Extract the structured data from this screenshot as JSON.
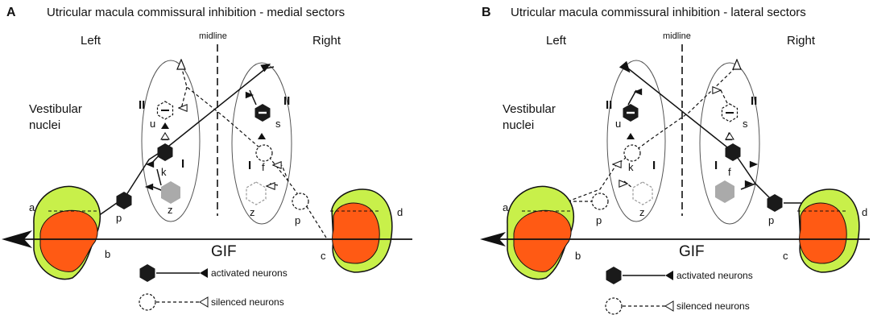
{
  "panels": [
    {
      "letter": "A",
      "title": "Utricular macula  commissural inhibition - medial sectors",
      "left_label": "Left",
      "right_label": "Right",
      "midline_label": "midline",
      "vestibular_label_1": "Vestibular",
      "vestibular_label_2": "nuclei",
      "roman_two": "II",
      "roman_one": "I",
      "neuron_labels": {
        "u": "u",
        "s": "s",
        "k": "k",
        "f": "f",
        "z": "z",
        "p": "p"
      },
      "macula_labels": {
        "a": "a",
        "b": "b",
        "c": "c",
        "d": "d"
      },
      "gif_label": "GIF",
      "legend": {
        "activated": "activated neurons",
        "silenced": "silenced neurons"
      }
    },
    {
      "letter": "B",
      "title": "Utricular macula  commissural inhibition - lateral sectors",
      "left_label": "Left",
      "right_label": "Right",
      "midline_label": "midline",
      "vestibular_label_1": "Vestibular",
      "vestibular_label_2": "nuclei",
      "roman_two": "II",
      "roman_one": "I",
      "neuron_labels": {
        "u": "u",
        "s": "s",
        "k": "k",
        "f": "f",
        "z": "z",
        "p": "p"
      },
      "macula_labels": {
        "a": "a",
        "b": "b",
        "c": "c",
        "d": "d"
      },
      "gif_label": "GIF",
      "legend": {
        "activated": "activated neurons",
        "silenced": "silenced neurons"
      }
    }
  ],
  "colors": {
    "macula_outer": "#c8f04a",
    "macula_inner": "#ff5a14",
    "neuron_active": "#1a1a1a",
    "neuron_inactive": "#aaaaaa",
    "line": "#111111"
  }
}
